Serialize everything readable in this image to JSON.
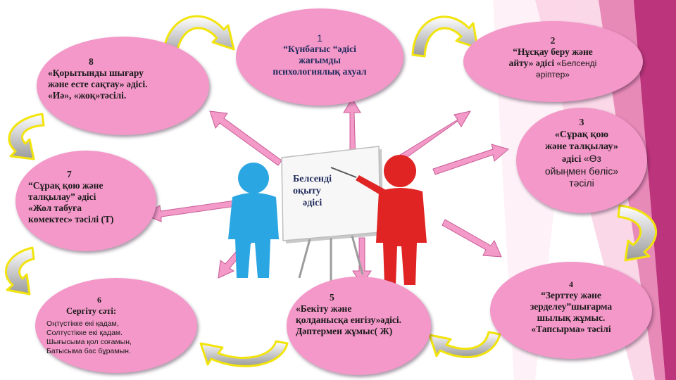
{
  "center": {
    "line1": "Белсенді",
    "line2": "оқыту",
    "line3": "әдісі"
  },
  "nodes": {
    "n1": {
      "num": "1",
      "line1": "“Күнбағыс “әдісі",
      "line2": "жағымды",
      "line3": "психологиялық ахуал"
    },
    "n2": {
      "num": "2",
      "line1": "“Нұсқау беру және",
      "line2": "айту» әдісі",
      "line2b": "«Белсенді",
      "line3": "әріптер»"
    },
    "n3": {
      "num": "3",
      "line1": "«Сұрақ қою",
      "line2": "және талқылау»",
      "line3": "әдісі",
      "line3b": "«Өз",
      "line4": "ойыңмен бөліс»",
      "line5": "тәсілі"
    },
    "n4": {
      "num": "4",
      "line1": "“Зерттеу және",
      "line2": "зерделеу”шығарма",
      "line3": "шылық жұмыс.",
      "line4": "«Тапсырма» тәсілі"
    },
    "n5": {
      "num": "5",
      "line1": "«Бекіту және",
      "line2": "қолданысқа  енгізу»әдісі.",
      "line3": "Дәптермен жұмыс( Ж)"
    },
    "n6": {
      "num": "6",
      "line1": "Сергіту сәті:",
      "line2": "Оңтүстікке  екі қадам,",
      "line3": "Солтүстікке екі қадам.",
      "line4": "Шығысыма қол соғамын,",
      "line5": "Батысыма бас бұрамын."
    },
    "n7": {
      "num": "7",
      "line1": "“Сұрақ қою және",
      "line2": "талқылау” әдісі",
      "line3": "«Жол табуға",
      "line4": "көмектес» тәсілі (Т)"
    },
    "n8": {
      "num": "8",
      "line1": "«Қорытынды шығару",
      "line2": "және есте сақтау» әдісі.",
      "line3": "«Иә», «жоқ»тәсілі."
    }
  }
}
